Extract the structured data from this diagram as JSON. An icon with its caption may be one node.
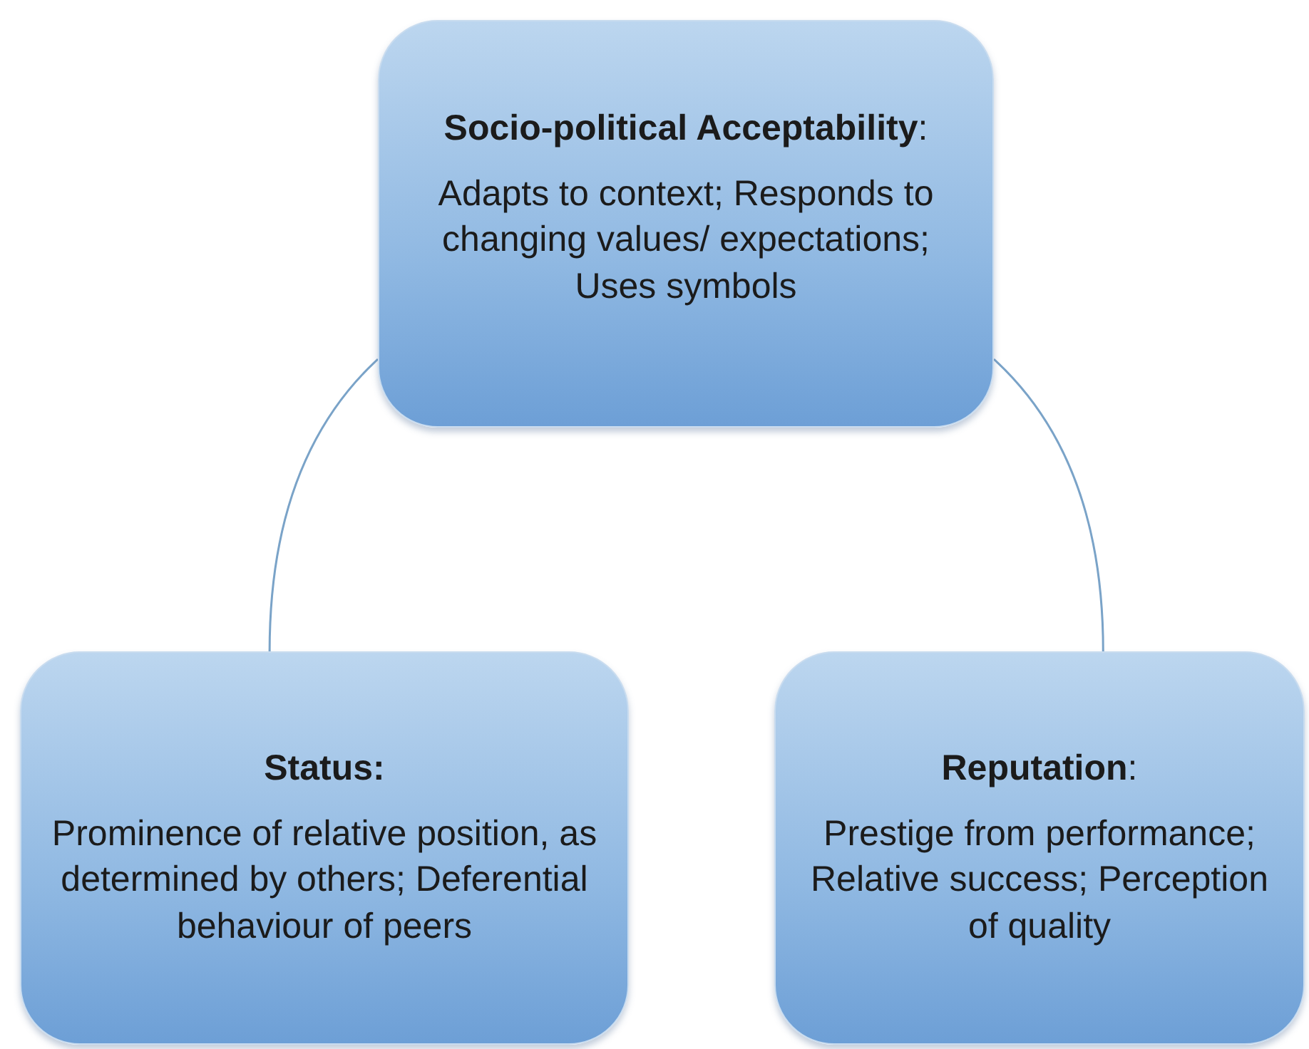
{
  "diagram": {
    "nodes": [
      {
        "text": [
          "**Socio-political Acceptability**:",
          "Adapts to context; Responds to changing values/ expectations; Uses symbols"
        ]
      },
      {
        "text": [
          "Status:",
          "Prominence of relative position, as determined by others; Deferential behaviour of peers"
        ]
      },
      {
        "text": [
          "**Reputation**:",
          "Prestige from performance; Relative success; Perception of quality"
        ]
      }
    ],
    "edges": [
      {
        "from": 0,
        "to": 1,
        "arrow": "none"
      },
      {
        "from": 0,
        "to": 2,
        "arrow": "none"
      }
    ]
  }
}
